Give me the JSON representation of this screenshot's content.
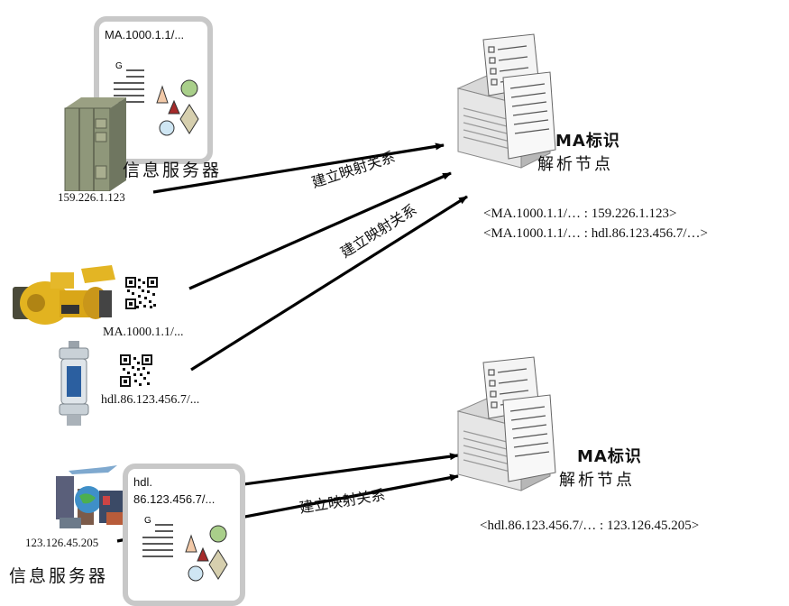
{
  "top_info_server": {
    "label": "信息服务器",
    "ip": "159.226.1.123",
    "doc_id": "MA.1000.1.1/...",
    "doc_letter": "G"
  },
  "ma_node_top": {
    "label_line1": "MA标识",
    "label_line2": "解析节点",
    "mapping_1": "<MA.1000.1.1/… : 159.226.1.123>",
    "mapping_2": "<MA.1000.1.1/… : hdl.86.123.456.7/…>"
  },
  "product_1": {
    "id": "MA.1000.1.1/..."
  },
  "product_2": {
    "id": "hdl.86.123.456.7/..."
  },
  "arrows": {
    "a1": "建立映射关系",
    "a2": "建立映射关系",
    "a3": "建立映射关系"
  },
  "bottom_info_server": {
    "label": "信息服务器",
    "ip": "123.126.45.205",
    "doc_id_line1": "hdl.",
    "doc_id_line2": "86.123.456.7/...",
    "doc_letter": "G"
  },
  "ma_node_bottom": {
    "label_line1": "MA标识",
    "label_line2": "解析节点",
    "mapping_1": "<hdl.86.123.456.7/… : 123.126.45.205>"
  },
  "colors": {
    "arrow": "#000000",
    "doc_border": "#c8c8c8",
    "shape_green": "#a9cf8a",
    "shape_beige": "#d6cfae",
    "shape_brown": "#a52a2a",
    "shape_peach": "#f2c9a8",
    "shape_blue": "#cfe6f3"
  }
}
